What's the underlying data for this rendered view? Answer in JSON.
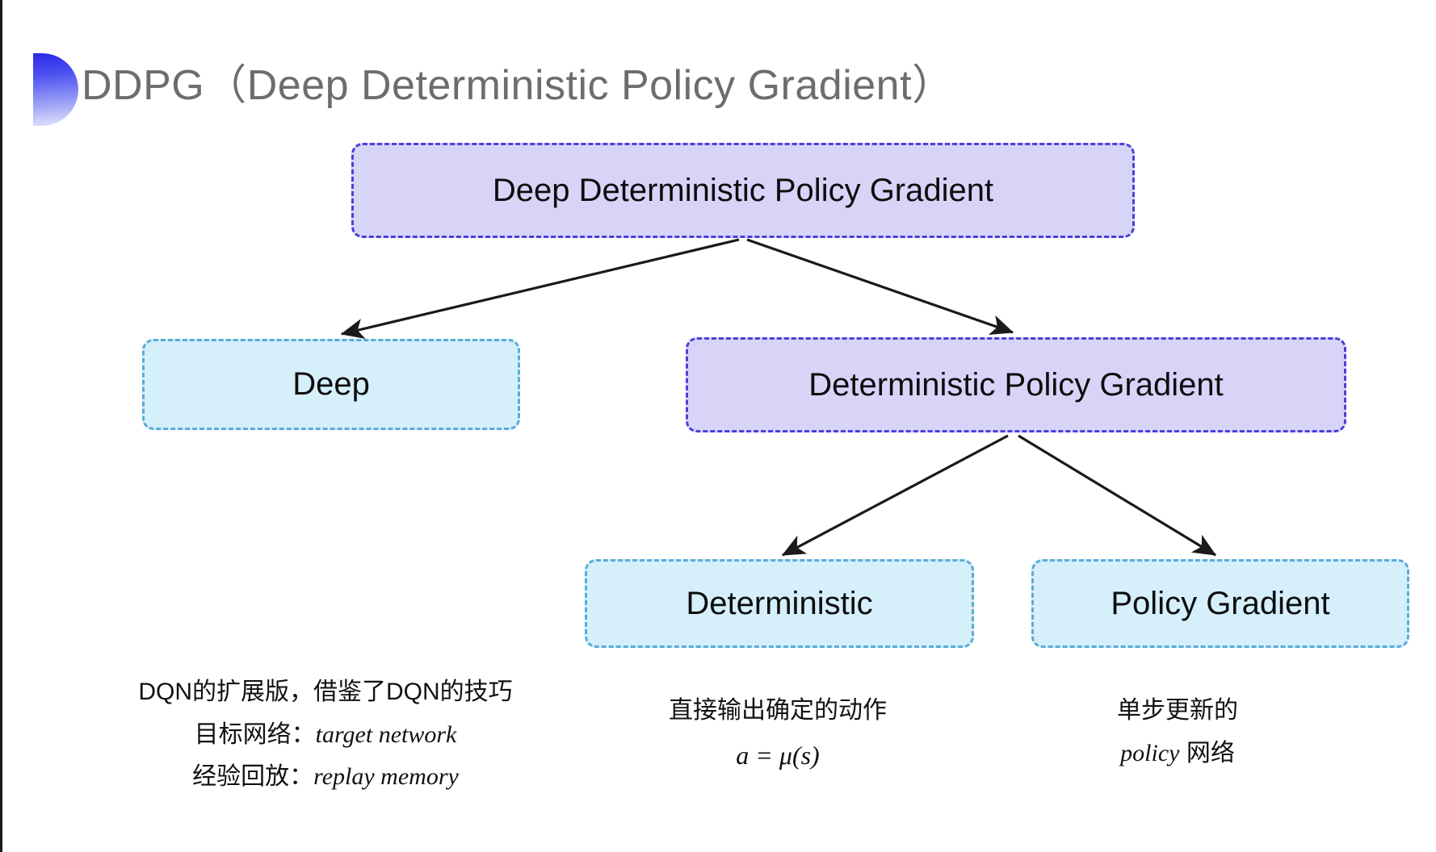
{
  "slide": {
    "title": "DDPG（Deep Deterministic Policy Gradient）",
    "title_color": "#6d6d6d",
    "background": "#ffffff"
  },
  "colors": {
    "purple_fill": "#d8d4f8",
    "purple_border": "#4a3fdd",
    "blue_fill": "#d5effb",
    "blue_border": "#59abd8",
    "arrow": "#1a1a1a",
    "text": "#0d0d0d"
  },
  "diagram": {
    "nodes": [
      {
        "id": "root",
        "label": "Deep Deterministic Policy Gradient",
        "style": "purple"
      },
      {
        "id": "deep",
        "label": "Deep",
        "style": "blue"
      },
      {
        "id": "dpg",
        "label": "Deterministic Policy Gradient",
        "style": "purple"
      },
      {
        "id": "deterministic",
        "label": "Deterministic",
        "style": "blue"
      },
      {
        "id": "policy_gradient",
        "label": "Policy Gradient",
        "style": "blue"
      }
    ],
    "edges": [
      {
        "from": "root",
        "to": "deep"
      },
      {
        "from": "root",
        "to": "dpg"
      },
      {
        "from": "dpg",
        "to": "deterministic"
      },
      {
        "from": "dpg",
        "to": "policy_gradient"
      }
    ]
  },
  "captions": {
    "deep": {
      "line1": "DQN的扩展版，借鉴了DQN的技巧",
      "line2_label": "目标网络：",
      "line2_term": "target network",
      "line3_label": "经验回放：",
      "line3_term": "replay memory"
    },
    "deterministic": {
      "line1": "直接输出确定的动作",
      "formula": "a = μ(s)"
    },
    "policy_gradient": {
      "line1": "单步更新的",
      "line2_term": "policy",
      "line2_suffix": " 网络"
    }
  }
}
